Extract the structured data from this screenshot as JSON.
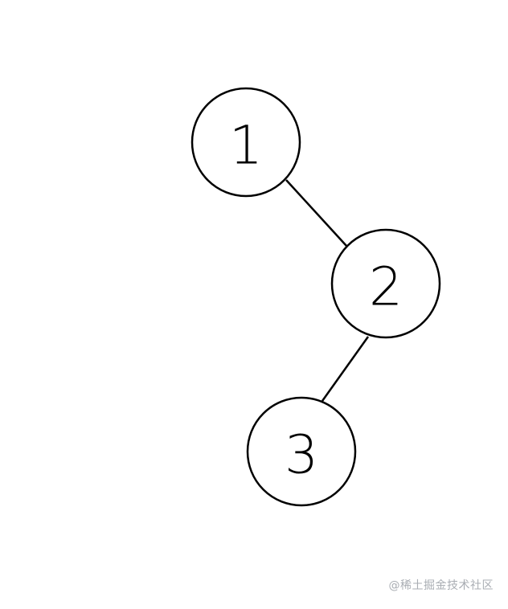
{
  "tree": {
    "nodes": [
      {
        "id": "n1",
        "label": "1"
      },
      {
        "id": "n2",
        "label": "2"
      },
      {
        "id": "n3",
        "label": "3"
      }
    ],
    "edges": [
      {
        "from": "n1",
        "to": "n2"
      },
      {
        "from": "n2",
        "to": "n3"
      }
    ]
  },
  "watermark": "@稀土掘金技术社区"
}
